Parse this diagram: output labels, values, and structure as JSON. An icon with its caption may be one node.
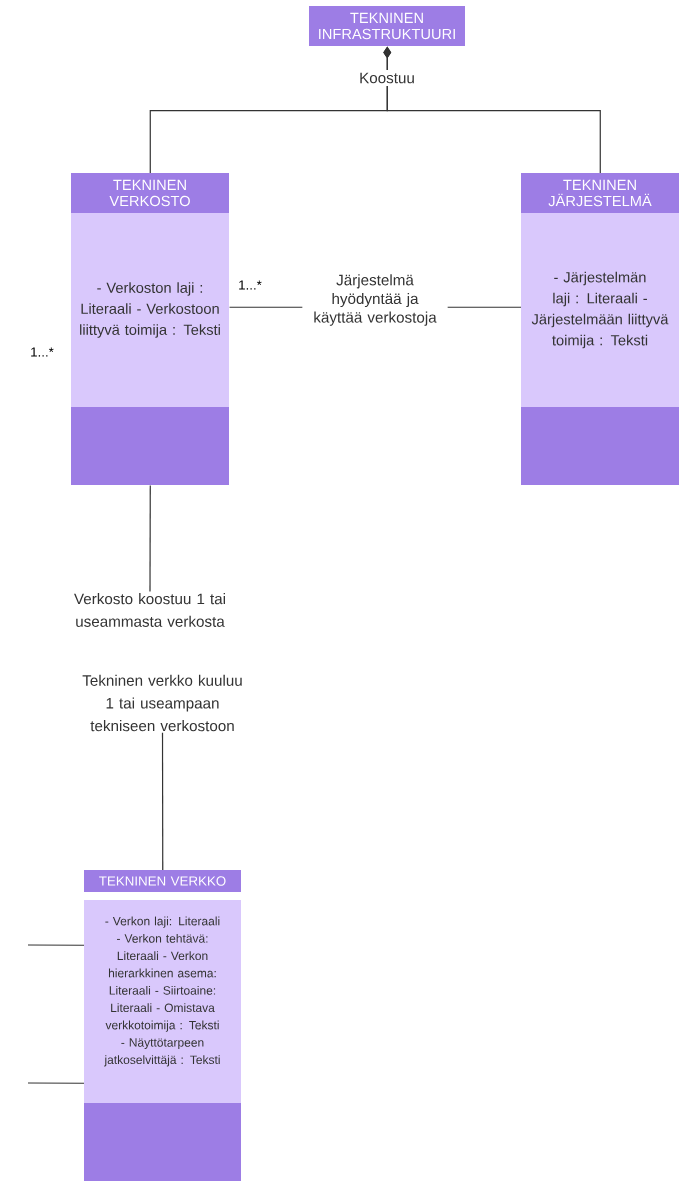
{
  "diagram": {
    "nodes": [
      {
        "text": [
          "TEKNINEN INFRASTRUKTUURI"
        ]
      },
      {
        "text": [
          "TEKNINEN VERKOSTO",
          "- Verkoston laji : Literaali - Verkostoon liittyvä toimija : Teksti"
        ],
        "beside": [
          "1...*",
          "1...*"
        ]
      },
      {
        "text": [
          "TEKNINEN JÄRJESTELMÄ",
          "- Järjestelmän laji : Literaali - Järjestelmään liittyvä toimija : Teksti"
        ]
      },
      {
        "text": [
          "Verkosto koostuu 1 tai useammasta verkosta"
        ]
      },
      {
        "text": [
          "Tekninen verkko kuuluu 1 tai useampaan tekniseen verkostoon"
        ]
      },
      {
        "text": [
          "TEKNINEN VERKKO",
          "- Verkon laji: Literaali - Verkon tehtävä: Literaali - Verkon hierarkkinen asema: Literaali - Siirtoaine: Literaali - Omistava verkkotoimija : Teksti - Näyttötarpeen jatkoselvittäjä : Teksti"
        ]
      }
    ],
    "edges": [
      {
        "from": 1,
        "to": 0,
        "arrow": "other",
        "label": "Koostuu"
      },
      {
        "from": 2,
        "to": 0,
        "arrow": "other"
      },
      {
        "from": 1,
        "to": 2,
        "arrow": "none",
        "label": "Järjestelmä hyödyntää ja käyttää verkostoja"
      },
      {
        "from": 1,
        "to": 3,
        "arrow": "none"
      },
      {
        "from": 4,
        "to": 5,
        "arrow": "none"
      },
      {
        "from": null,
        "to": 5,
        "arrow": "none"
      },
      {
        "from": null,
        "to": 5,
        "arrow": "none"
      }
    ]
  }
}
